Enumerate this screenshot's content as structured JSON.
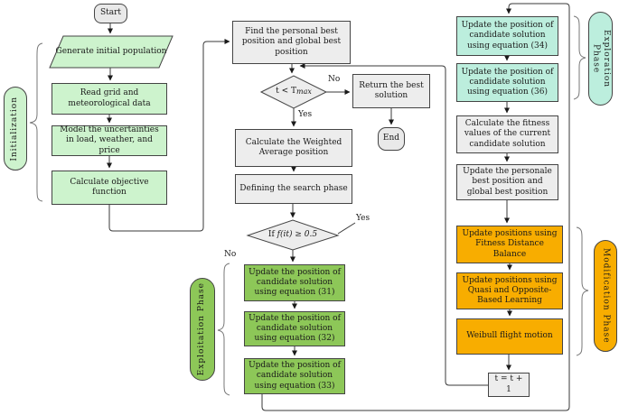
{
  "phases": {
    "initialization": "Initialization",
    "exploitation": "Exploitation Phase",
    "exploration": "Exploration Phase",
    "modification": "Modification Phase"
  },
  "nodes": {
    "start": "Start",
    "generate": "Generate initial population",
    "read": "Read grid and meteorological data",
    "model": "Model the uncertainties in load, weather, and price",
    "objective": "Calculate objective function",
    "find_best": "Find the personal best position and global best position",
    "t_check_prefix": "t < T",
    "t_check_sub": "max",
    "return_best": "Return the best solution",
    "end": "End",
    "weighted": "Calculate the Weighted Average position",
    "defining": "Defining the search phase",
    "f_check_prefix": "If",
    "f_check_math": "f(it) ≥ 0.5",
    "eq31": "Update the position of candidate solution using equation (31)",
    "eq32": "Update the position of candidate solution using equation (32)",
    "eq33": "Update the position of candidate solution using equation (33)",
    "eq34": "Update the position of candidate solution using equation (34)",
    "eq36": "Update the position of candidate solution using equation (36)",
    "fitness": "Calculate the fitness values of the current candidate solution",
    "personal": "Update the personale best position and global best position",
    "fdb": "Update positions using Fitness Distance Balance",
    "qobl": "Update positions using Quasi and Opposite-Based Learning",
    "weibull": "Weibull flight motion",
    "increment": "t = t + 1"
  },
  "branch_labels": {
    "t_yes": "Yes",
    "t_no": "No",
    "f_yes": "Yes",
    "f_no": "No"
  },
  "colors": {
    "light_green": "#cdf3cd",
    "green": "#8dc758",
    "mint": "#bceedd",
    "orange": "#f8ad00",
    "gray_box": "#ededed",
    "terminal": "#e9e9e9",
    "line": "#3a3a3a"
  }
}
